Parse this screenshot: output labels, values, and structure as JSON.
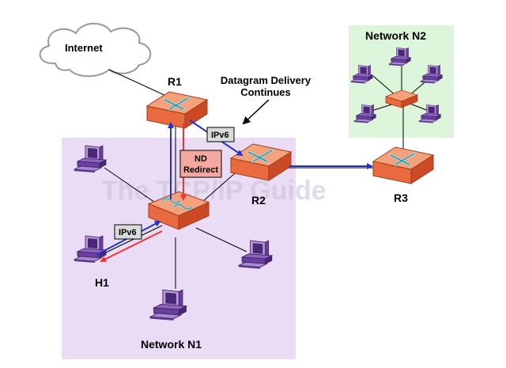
{
  "labels": {
    "internet": "Internet",
    "r1": "R1",
    "r2": "R2",
    "r3": "R3",
    "h1": "H1",
    "network_n1": "Network N1",
    "network_n2": "Network N2",
    "delivery_line1": "Datagram Delivery",
    "delivery_line2": "Continues",
    "nd_line1": "ND",
    "nd_line2": "Redirect",
    "ipv6_top": "IPv6",
    "ipv6_bottom": "IPv6",
    "watermark": "The TCP/IP Guide"
  },
  "colors": {
    "network_n1_bg": "#eadcf5",
    "network_n2_bg": "#ddf5da",
    "router_top": "#f4a17c",
    "router_side": "#d5542c",
    "router_front": "#e86a3e",
    "router_arrow": "#8fe3ea",
    "blue_path": "#2233cc",
    "red_path": "#ee3333",
    "nd_box": "#f4a9a0",
    "ipv6_box": "#dadada",
    "computer": "#6a3fa0",
    "computer_light": "#b89ad8"
  }
}
